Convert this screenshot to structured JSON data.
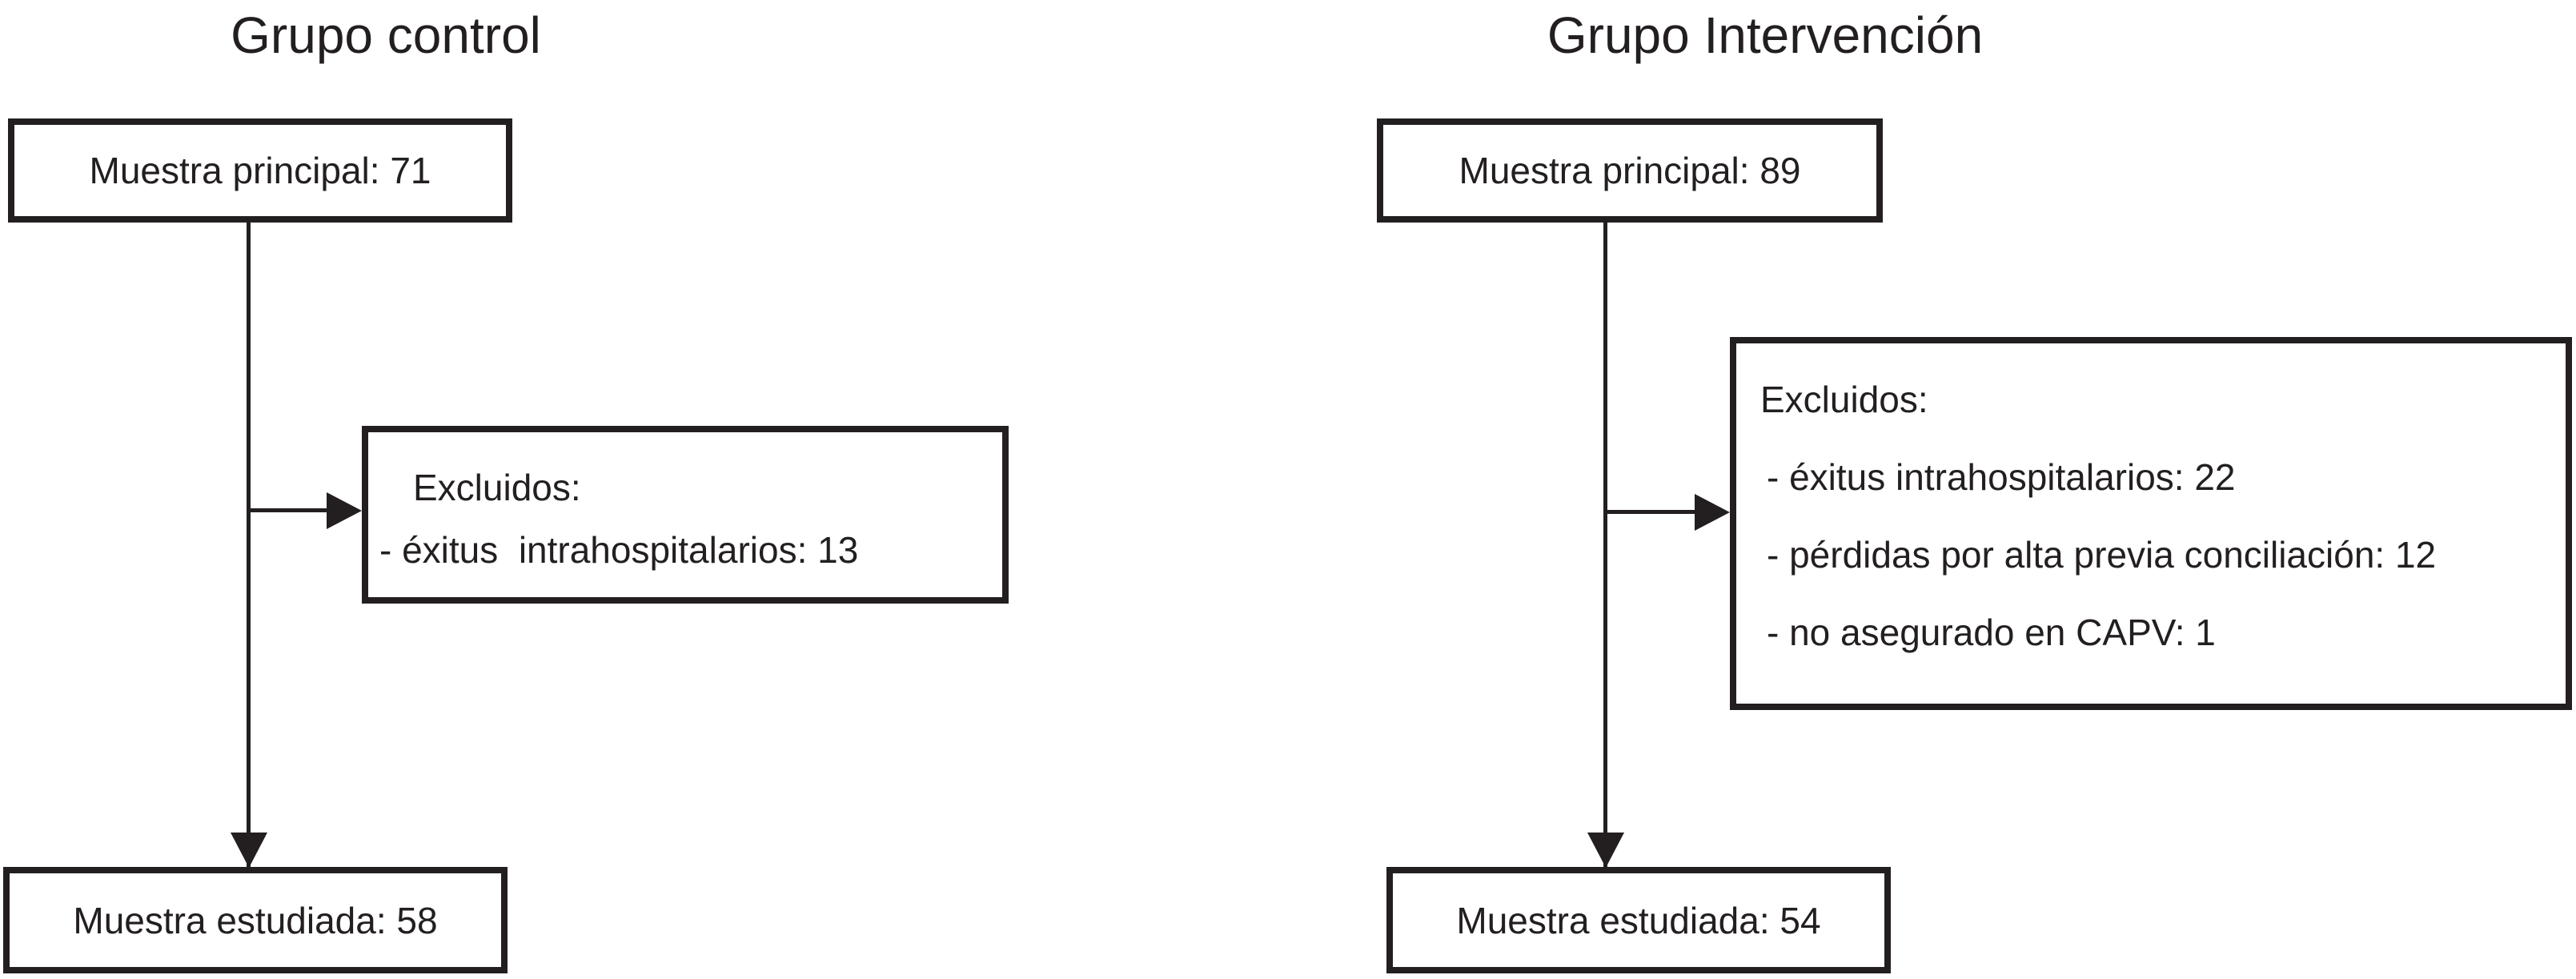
{
  "figure": {
    "background": "#ffffff",
    "line_color": "#231f20",
    "groups": {
      "control": {
        "title": "Grupo control",
        "main_sample": "Muestra principal: 71",
        "excluded": {
          "header": "Excluidos:",
          "items": [
            "- éxitus  intrahospitalarios: 13"
          ]
        },
        "studied_sample": "Muestra estudiada: 58"
      },
      "intervention": {
        "title": "Grupo Intervención",
        "main_sample": "Muestra principal: 89",
        "excluded": {
          "header": "Excluidos:",
          "items": [
            "- éxitus intrahospitalarios: 22",
            "- pérdidas por alta previa conciliación: 12",
            "- no asegurado en CAPV: 1"
          ]
        },
        "studied_sample": "Muestra estudiada: 54"
      }
    }
  }
}
